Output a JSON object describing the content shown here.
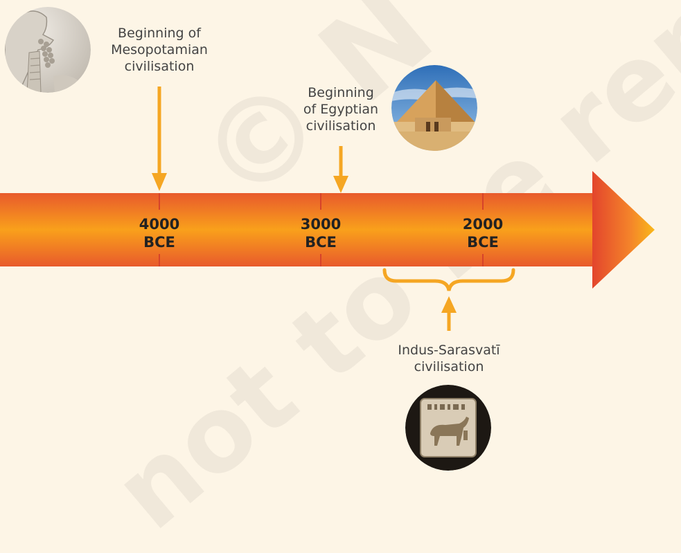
{
  "events": {
    "mesopotamia": {
      "line1": "Beginning of",
      "line2": "Mesopotamian",
      "line3": "civilisation"
    },
    "egypt": {
      "line1": "Beginning",
      "line2": "of Egyptian",
      "line3": "civilisation"
    },
    "indus": {
      "line1": "Indus-Sarasvatī",
      "line2": "civilisation"
    }
  },
  "timeline": {
    "ticks": [
      {
        "year": "4000",
        "era": "BCE"
      },
      {
        "year": "3000",
        "era": "BCE"
      },
      {
        "year": "2000",
        "era": "BCE"
      }
    ]
  },
  "images": {
    "mesopotamia": "assyrian-relief-icon",
    "egypt": "pyramid-icon",
    "indus": "bull-seal-icon"
  },
  "colors": {
    "arrow_center": "#f9a21c",
    "arrow_edge": "#e5552e",
    "pointer": "#f5a623",
    "background": "#fdf5e6"
  },
  "watermark": {
    "line1": "© N",
    "line2": "not to be rep"
  }
}
